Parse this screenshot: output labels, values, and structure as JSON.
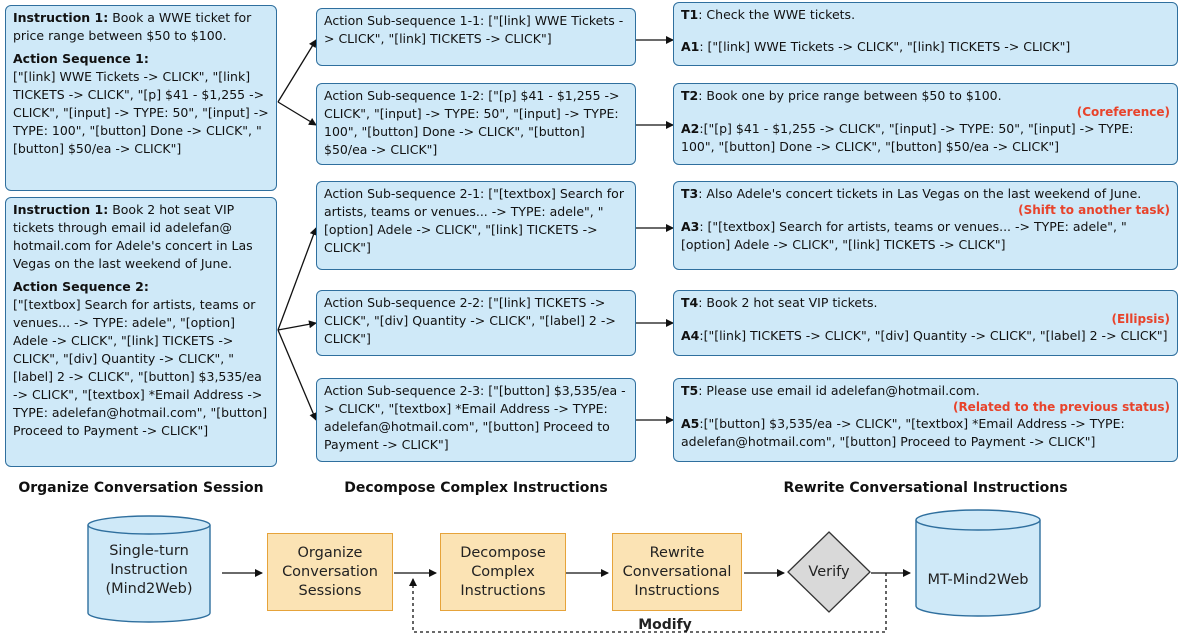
{
  "left": {
    "box1": {
      "instruction_label": "Instruction 1:",
      "instruction_text": " Book a WWE ticket for price range between $50 to $100.",
      "action_label": "Action Sequence 1:",
      "action_text": "[\"[link]  WWE Tickets -> CLICK\", \"[link]  TICKETS -> CLICK\", \"[p]  $41 - $1,255 -> CLICK\", \"[input]   -> TYPE: 50\", \"[input]   -> TYPE: 100\", \"[button]  Done -> CLICK\", \"[button]  $50/ea -> CLICK\"]"
    },
    "box2": {
      "instruction_label": "Instruction 1:",
      "instruction_text": " Book 2 hot seat VIP tickets through email id adelefan@ hotmail.com for Adele's concert in Las Vegas on the last weekend of June.",
      "action_label": "Action Sequence 2:",
      "action_text": "[\"[textbox]  Search for artists, teams or venues... -> TYPE: adele\", \"[option]  Adele -> CLICK\", \"[link]  TICKETS -> CLICK\", \"[div]  Quantity -> CLICK\", \"[label]  2 -> CLICK\", \"[button]  $3,535/ea -> CLICK\", \"[textbox]  *Email Address -> TYPE: adelefan@hotmail.com\", \"[button]  Proceed to Payment -> CLICK\"]"
    }
  },
  "middle": [
    "Action Sub-sequence 1-1: [\"[link]  WWE Tickets -> CLICK\", \"[link]  TICKETS -> CLICK\"]",
    "Action Sub-sequence 1-2: [\"[p]  $41 - $1,255 -> CLICK\", \"[input]   -> TYPE: 50\", \"[input]   -> TYPE: 100\", \"[button]  Done -> CLICK\", \"[button]  $50/ea -> CLICK\"]",
    "Action Sub-sequence 2-1: [\"[textbox]  Search for artists, teams or venues... -> TYPE: adele\", \"[option]  Adele -> CLICK\", \"[link]  TICKETS -> CLICK\"]",
    "Action Sub-sequence 2-2: [\"[link]  TICKETS -> CLICK\", \"[div]  Quantity -> CLICK\", \"[label]  2 -> CLICK\"]",
    "Action Sub-sequence 2-3: [\"[button]  $3,535/ea -> CLICK\", \"[textbox]  *Email Address -> TYPE: adelefan@hotmail.com\", \"[button]  Proceed to Payment -> CLICK\"]"
  ],
  "right": [
    {
      "t_label": "T1",
      "t_text": ": Check the WWE tickets.",
      "note": "",
      "a_label": "A1",
      "a_text": ": [\"[link]  WWE Tickets -> CLICK\", \"[link]  TICKETS -> CLICK\"]"
    },
    {
      "t_label": "T2",
      "t_text": ": Book one by price range between $50 to $100.",
      "note": "(Coreference)",
      "a_label": "A2",
      "a_text": ":[\"[p]  $41 - $1,255 -> CLICK\", \"[input]   -> TYPE: 50\", \"[input]   -> TYPE: 100\", \"[button]  Done -> CLICK\", \"[button]  $50/ea -> CLICK\"]"
    },
    {
      "t_label": "T3",
      "t_text": ": Also Adele's concert tickets in Las Vegas on the last weekend of June.",
      "note": "(Shift to another task)",
      "a_label": "A3",
      "a_text": ": [\"[textbox]  Search for artists, teams or venues... -> TYPE: adele\", \"[option]  Adele -> CLICK\", \"[link]  TICKETS -> CLICK\"]"
    },
    {
      "t_label": "T4",
      "t_text": ": Book 2 hot seat VIP tickets.",
      "note": "(Ellipsis)",
      "a_label": "A4",
      "a_text": ":[\"[link]  TICKETS -> CLICK\", \"[div]  Quantity -> CLICK\", \"[label]  2 -> CLICK\"]"
    },
    {
      "t_label": "T5",
      "t_text": ": Please use email id adelefan@hotmail.com.",
      "note": "(Related to the previous status)",
      "a_label": "A5",
      "a_text": ":[\"[button]  $3,535/ea -> CLICK\", \"[textbox]  *Email Address -> TYPE: adelefan@hotmail.com\", \"[button]  Proceed to Payment -> CLICK\"]"
    }
  ],
  "column_titles": {
    "left": "Organize Conversation Session",
    "middle": "Decompose Complex Instructions",
    "right": "Rewrite Conversational Instructions"
  },
  "flow": {
    "source": "Single-turn Instruction (Mind2Web)",
    "step1": "Organize Conversation Sessions",
    "step2": "Decompose Complex Instructions",
    "step3": "Rewrite Conversational Instructions",
    "verify": "Verify",
    "target": "MT-Mind2Web",
    "feedback": "Modify"
  },
  "colors": {
    "box_fill": "#cfe9f8",
    "box_border": "#2f6f9e",
    "step_fill": "#fbe3b4",
    "step_border": "#e6a33a",
    "note": "#e8432b"
  }
}
